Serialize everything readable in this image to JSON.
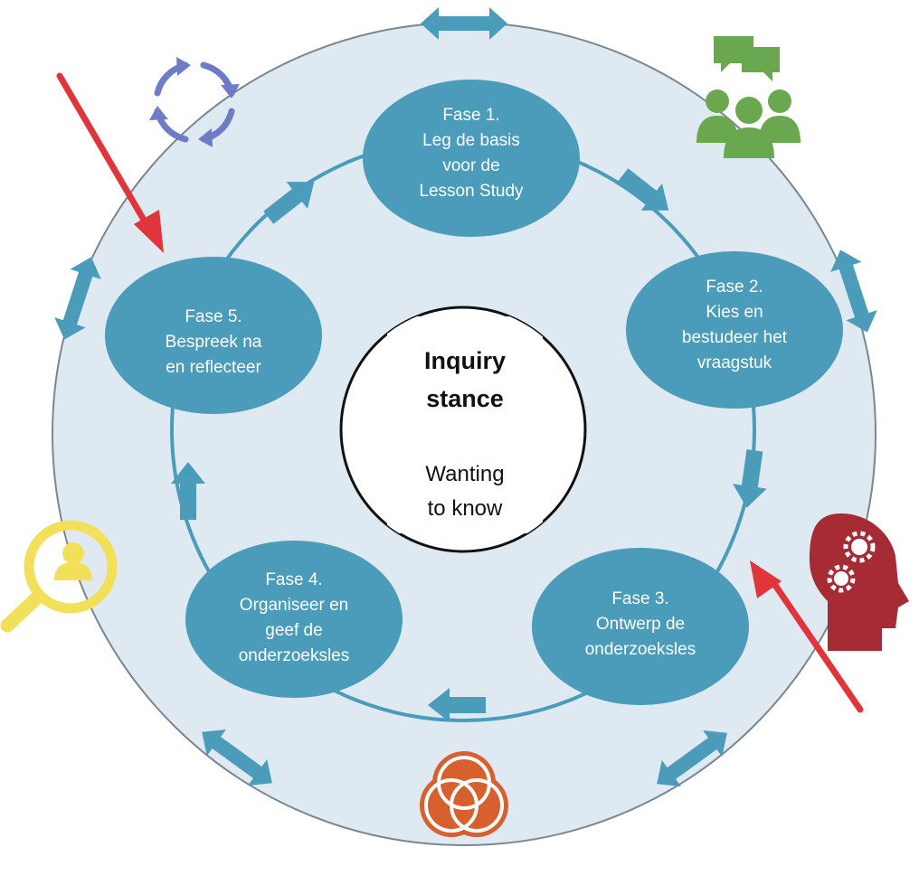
{
  "colors": {
    "outer_fill": "#dfe9f1",
    "outer_stroke": "#7b8790",
    "phase_fill": "#4a9cba",
    "arrow_fill": "#4a9cba",
    "red_arrow": "#e0353b",
    "cycle_icon": "#6e7cc8",
    "people_icon": "#6aa84f",
    "magnifier_icon": "#f3e05a",
    "rings_icon": "#d7602e",
    "head_icon": "#a72b35"
  },
  "center": {
    "title_line1": "Inquiry",
    "title_line2": "stance",
    "subtitle_line1": "Wanting",
    "subtitle_line2": "to know"
  },
  "phases": [
    {
      "id": "fase-1",
      "lines": [
        "Fase 1.",
        "Leg de basis",
        "voor de",
        "Lesson Study"
      ]
    },
    {
      "id": "fase-2",
      "lines": [
        "Fase 2.",
        "Kies en",
        "bestudeer het",
        "vraagstuk"
      ]
    },
    {
      "id": "fase-3",
      "lines": [
        "Fase 3.",
        "Ontwerp de",
        "onderzoeksles"
      ]
    },
    {
      "id": "fase-4",
      "lines": [
        "Fase 4.",
        "Organiseer en",
        "geef de",
        "onderzoeksles"
      ]
    },
    {
      "id": "fase-5",
      "lines": [
        "Fase 5.",
        "Bespreek na",
        "en reflecteer"
      ]
    }
  ],
  "icons": [
    "cycle-icon",
    "people-chat-icon",
    "head-gears-icon",
    "interlocking-rings-icon",
    "magnifier-person-icon"
  ]
}
